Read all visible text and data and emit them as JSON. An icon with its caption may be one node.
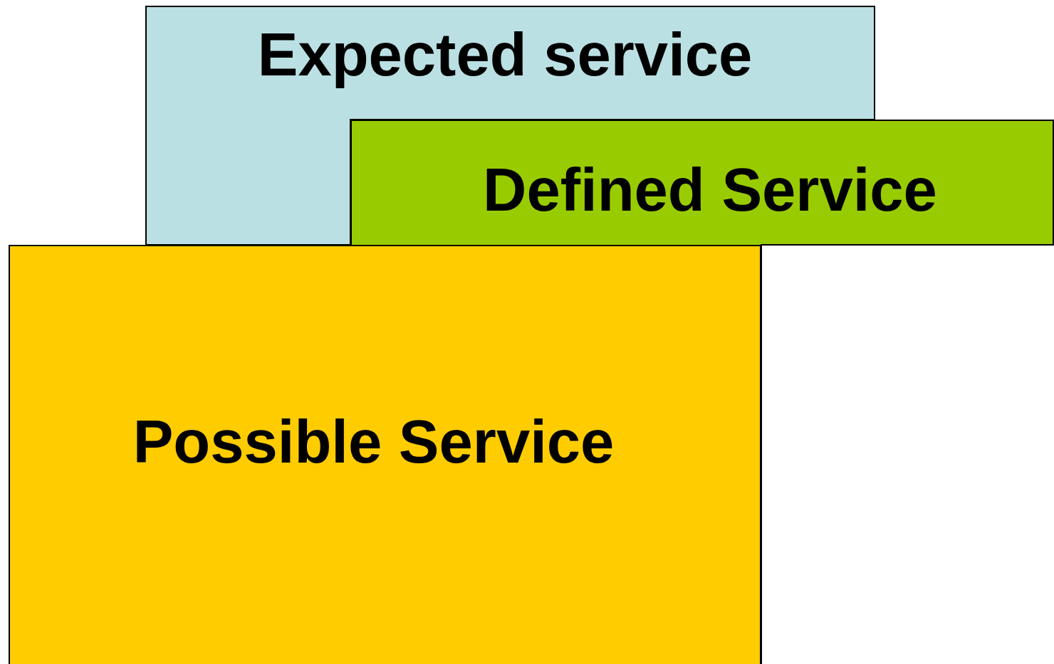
{
  "diagram": {
    "nodes": [
      {
        "text": [
          "Expected service"
        ]
      },
      {
        "text": [
          "Defined Service"
        ]
      },
      {
        "text": [
          "Possible Service"
        ]
      }
    ]
  }
}
